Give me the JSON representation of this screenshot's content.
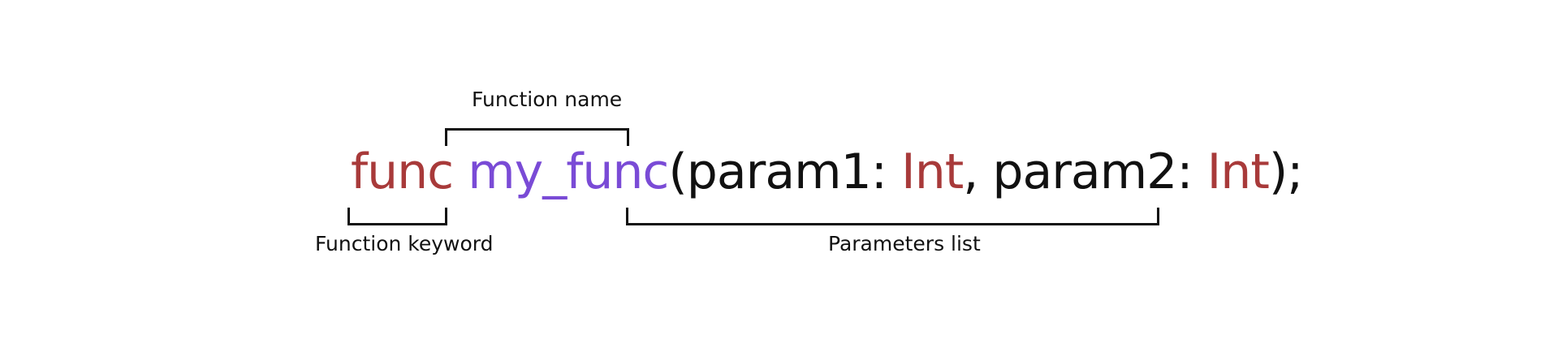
{
  "code": {
    "keyword": "func",
    "space1": " ",
    "function_name": "my_func",
    "open_paren": "(",
    "param1_name": "param1: ",
    "param1_type": "Int",
    "separator": ", ",
    "param2_name": "param2: ",
    "param2_type": "Int",
    "close": ");"
  },
  "labels": {
    "function_name": "Function name",
    "function_keyword": "Function keyword",
    "parameters_list": "Parameters list"
  },
  "colors": {
    "keyword": "#a83a3a",
    "function_name": "#7a4bd6",
    "type": "#a83a3a",
    "text": "#111111"
  }
}
